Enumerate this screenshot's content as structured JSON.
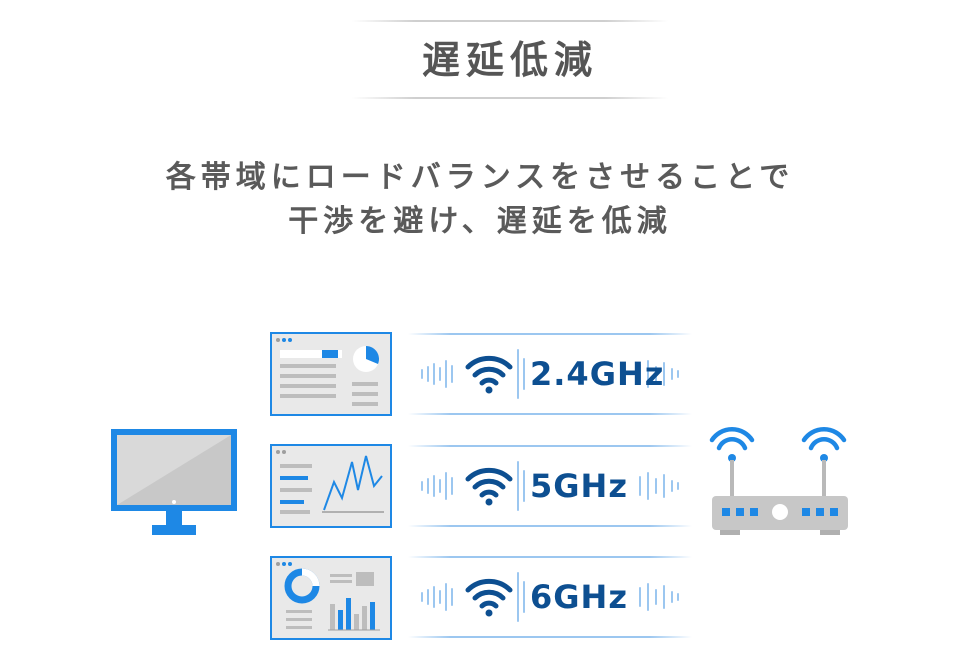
{
  "title": "遅延低減",
  "subtitle_lines": [
    "各帯域にロードバランスをさせることで",
    "干渉を避け、遅延を低減"
  ],
  "bands": [
    {
      "label": "2.4GHz"
    },
    {
      "label": "5GHz"
    },
    {
      "label": "6GHz"
    }
  ],
  "colors": {
    "accent_blue": "#1e88e5",
    "dark_blue": "#0d4f91",
    "light_blue": "#9cc7f0",
    "title_gray": "#555555",
    "panel_bg": "#e9e9e9",
    "device_gray": "#c7c7c7"
  }
}
